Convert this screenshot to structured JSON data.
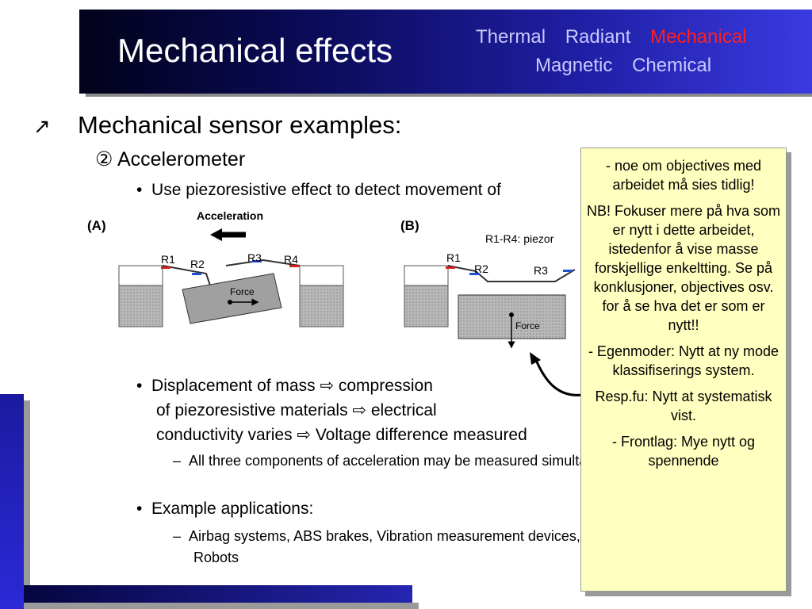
{
  "header": {
    "title": "Mechanical effects",
    "tabs": [
      {
        "label": "Thermal",
        "active": false
      },
      {
        "label": "Radiant",
        "active": false
      },
      {
        "label": "Mechanical",
        "active": true
      },
      {
        "label": "Magnetic",
        "active": false
      },
      {
        "label": "Chemical",
        "active": false
      }
    ]
  },
  "content": {
    "heading": "Mechanical sensor examples:",
    "subheading": "② Accelerometer",
    "bullet1": "Use piezoresistive effect to detect movement of",
    "figure": {
      "label_a": "(A)",
      "label_b": "(B)",
      "acceleration": "Acceleration",
      "force": "Force",
      "resistors": [
        "R1",
        "R2",
        "R3",
        "R4"
      ],
      "caption": "R1-R4: piezor"
    },
    "bullet2_lines": [
      "Displacement of mass ⇨ compression",
      "of piezoresistive materials ⇨ electrical",
      "conductivity varies ⇨ Voltage difference measured"
    ],
    "sub1": "All three components of acceleration may be measured simultanously",
    "bullet3": "Example applications:",
    "sub2_lines": [
      "Airbag systems, ABS brakes, Vibration measurement devices, Seismeters,",
      "Robots"
    ]
  },
  "note": {
    "paragraphs": [
      "- noe om objectives med arbeidet må sies tidlig!",
      "NB! Fokuser mere på hva som er nytt i dette arbeidet, istedenfor å vise masse forskjellige enkeltting. Se på konklusjoner, objectives osv. for å se hva det er som er nytt!!",
      "- Egenmoder: Nytt at ny mode klassifiserings system.",
      "Resp.fu: Nytt at systematisk vist.",
      "- Frontlag: Mye nytt og spennende"
    ]
  },
  "colors": {
    "title_bar": "#1a1a90",
    "active_tab": "#ff2020",
    "note_bg": "#ffffc0"
  }
}
